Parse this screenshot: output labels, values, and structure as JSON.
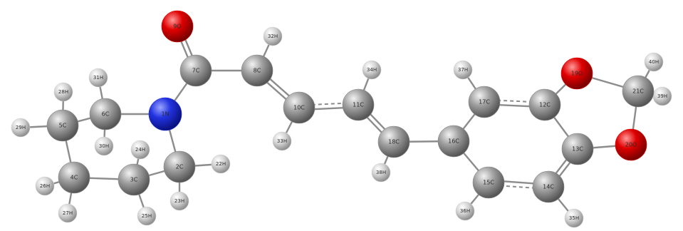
{
  "atoms": [
    {
      "label": "1N",
      "el": "N"
    },
    {
      "label": "2C",
      "el": "C"
    },
    {
      "label": "3C",
      "el": "C"
    },
    {
      "label": "4C",
      "el": "C"
    },
    {
      "label": "5C",
      "el": "C"
    },
    {
      "label": "6C",
      "el": "C"
    },
    {
      "label": "7C",
      "el": "C"
    },
    {
      "label": "8C",
      "el": "C"
    },
    {
      "label": "9O",
      "el": "O"
    },
    {
      "label": "10C",
      "el": "C"
    },
    {
      "label": "11C",
      "el": "C"
    },
    {
      "label": "18C",
      "el": "C"
    },
    {
      "label": "16C",
      "el": "C"
    },
    {
      "label": "17C",
      "el": "C"
    },
    {
      "label": "12C",
      "el": "C"
    },
    {
      "label": "13C",
      "el": "C"
    },
    {
      "label": "14C",
      "el": "C"
    },
    {
      "label": "15C",
      "el": "C"
    },
    {
      "label": "19O",
      "el": "O"
    },
    {
      "label": "20O",
      "el": "O"
    },
    {
      "label": "21C",
      "el": "C"
    },
    {
      "label": "22H",
      "el": "H"
    },
    {
      "label": "23H",
      "el": "H"
    },
    {
      "label": "24H",
      "el": "H"
    },
    {
      "label": "25H",
      "el": "H"
    },
    {
      "label": "26H",
      "el": "H"
    },
    {
      "label": "27H",
      "el": "H"
    },
    {
      "label": "28H",
      "el": "H"
    },
    {
      "label": "29H",
      "el": "H"
    },
    {
      "label": "30H",
      "el": "H"
    },
    {
      "label": "31H",
      "el": "H"
    },
    {
      "label": "32H",
      "el": "H"
    },
    {
      "label": "33H",
      "el": "H"
    },
    {
      "label": "34H",
      "el": "H"
    },
    {
      "label": "35H",
      "el": "H"
    },
    {
      "label": "36H",
      "el": "H"
    },
    {
      "label": "37H",
      "el": "H"
    },
    {
      "label": "38H",
      "el": "H"
    },
    {
      "label": "39H",
      "el": "H"
    },
    {
      "label": "40H",
      "el": "H"
    }
  ],
  "element_colors": {
    "C": "#8a8a8a",
    "H": "#d0d0d0",
    "N": "#1f2fd8",
    "O": "#e00000"
  }
}
